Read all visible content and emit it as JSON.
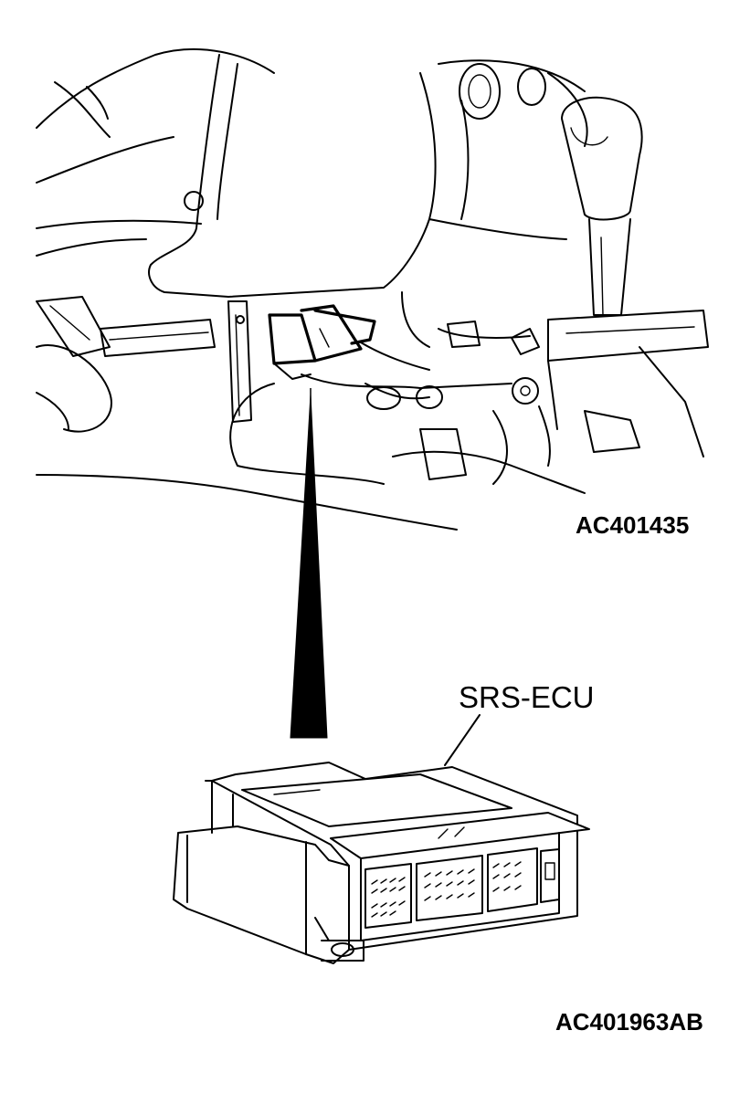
{
  "figure": {
    "top_view_code": "AC401435",
    "callout_label": "SRS-ECU",
    "figure_code": "AC401963AB"
  },
  "colors": {
    "ink": "#000000",
    "paper": "#ffffff"
  }
}
